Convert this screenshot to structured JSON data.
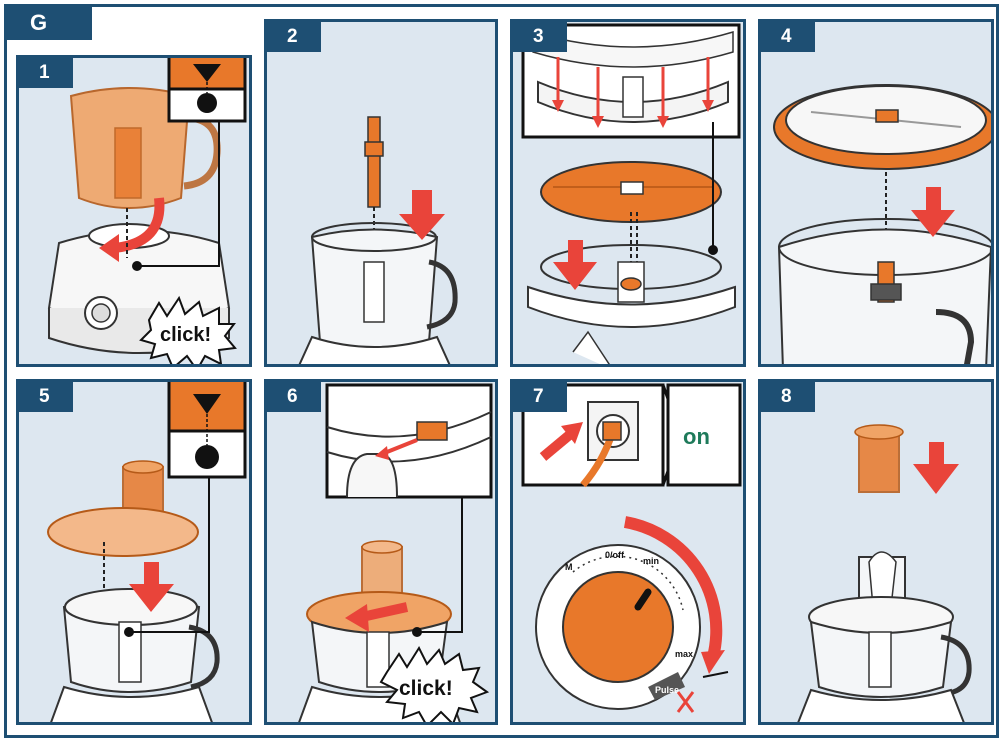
{
  "section_label": "G",
  "steps": [
    {
      "number": "1",
      "click_label": "click!"
    },
    {
      "number": "2"
    },
    {
      "number": "3"
    },
    {
      "number": "4"
    },
    {
      "number": "5"
    },
    {
      "number": "6",
      "click_label": "click!"
    },
    {
      "number": "7",
      "on_label": "on",
      "dial": {
        "off_label": "0/off",
        "m_label": "M",
        "min_label": "min",
        "max_label": "max",
        "pulse_label": "Pulse"
      }
    },
    {
      "number": "8"
    }
  ],
  "colors": {
    "accent": "#e8782a",
    "frame": "#1e4f73",
    "panel_bg": "#dde7f0",
    "arrow": "#e9443a",
    "on_text": "#1e7a5a"
  }
}
